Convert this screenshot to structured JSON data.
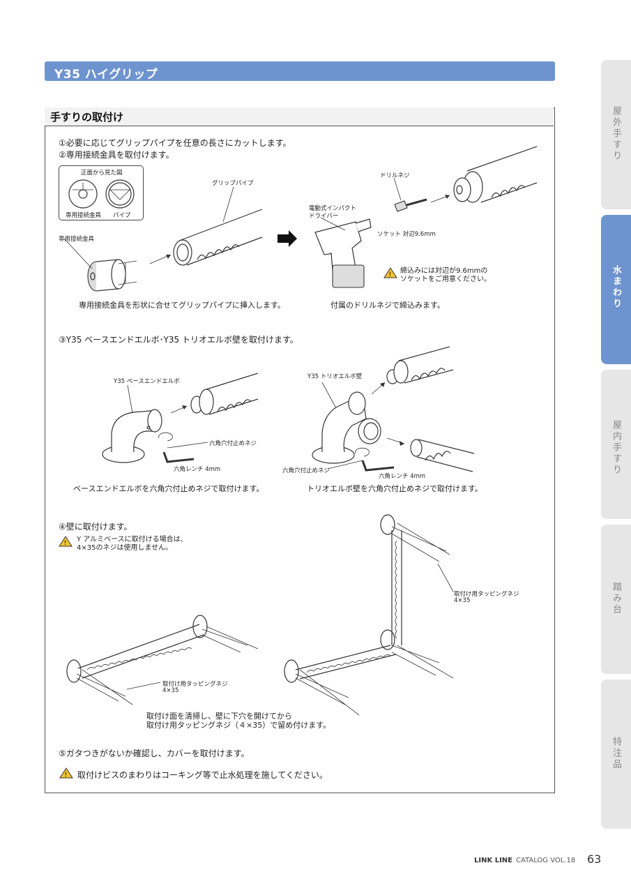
{
  "header": {
    "title": "Y35 ハイグリップ"
  },
  "section": {
    "title": "手すりの取付け"
  },
  "steps": {
    "s1": "①必要に応じてグリップパイプを任意の長さにカットします。",
    "s2": "②専用接続金具を取付けます。",
    "s3": "③Y35 ベースエンドエルボ･Y35 トリオエルボ壁を取付けます。",
    "s4": "④壁に取付けます。",
    "s5": "⑤ガタつきがないか確認し、カバーを取付けます。"
  },
  "labels": {
    "front_view": "正面から見た図",
    "fitting_small": "専用接続金具",
    "pipe_small": "パイプ",
    "grip_pipe": "グリップパイプ",
    "fitting": "専用接続金具",
    "drill_screw": "ドリルネジ",
    "impact_driver_1": "電動式インパクト",
    "impact_driver_2": "ドライバー",
    "socket": "ソケット 対辺9.6mm",
    "base_elbow": "Y35 ベースエンドエルボ",
    "trio_elbow": "Y35 トリオエルボ壁",
    "hex_set_screw_a": "六角穴付止めネジ",
    "hex_wrench_a": "六角レンチ 4mm",
    "hex_set_screw_b": "六角穴付止めネジ",
    "hex_wrench_b": "六角レンチ 4mm",
    "tapping_a_1": "取付け用タッピングネジ",
    "tapping_a_2": "4×35",
    "tapping_b_1": "取付け用タッピングネジ",
    "tapping_b_2": "4×35"
  },
  "captions": {
    "insert": "専用接続金具を形状に合せてグリップパイプに挿入します。",
    "fasten": "付属のドリルネジで締込みます。",
    "base_elbow_caption": "ベースエンドエルボを六角穴付止めネジで取付けます。",
    "trio_caption": "トリオエルボ壁を六角穴付止めネジで取付けます。",
    "wall_1": "取付け面を清掃し、壁に下穴を開けてから",
    "wall_2": "取付け用タッピングネジ（４×35）で留め付けます。"
  },
  "warnings": {
    "socket_1": "締込みには対辺が9.6mmの",
    "socket_2": "ソケットをご用意ください。",
    "alumi_1": "Y アルミベースに取付ける場合は、",
    "alumi_2": "4×35のネジは使用しません。",
    "caulk": "取付けビスのまわりはコーキング等で止水処理を施してください。"
  },
  "side_tabs": [
    {
      "label": "屋外手すり",
      "active": false
    },
    {
      "label": "水まわり",
      "active": true
    },
    {
      "label": "屋内手すり",
      "active": false
    },
    {
      "label": "踏み台",
      "active": false
    },
    {
      "label": "特注品",
      "active": false
    }
  ],
  "footer": {
    "brand": "LINK LINE",
    "catalog": "CATALOG VOL.18",
    "page": "63"
  },
  "colors": {
    "accent": "#6e94cf",
    "tab_inactive": "#e6e6e6",
    "warning": "#f2c230"
  }
}
